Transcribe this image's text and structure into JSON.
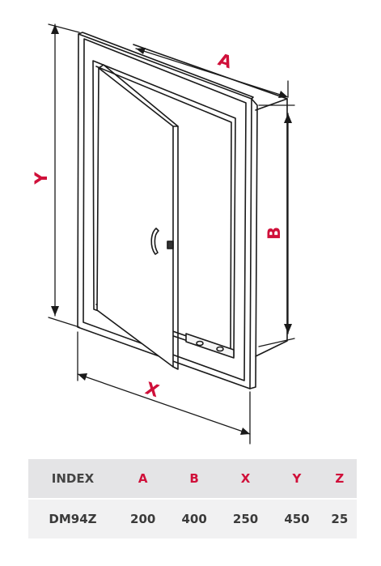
{
  "diagram": {
    "labels": {
      "a": "A",
      "b": "B",
      "x": "X",
      "y": "Y"
    },
    "colors": {
      "accent": "#d0103a",
      "line": "#1a1a1a"
    }
  },
  "table": {
    "headers": [
      "INDEX",
      "A",
      "B",
      "X",
      "Y",
      "Z"
    ],
    "row": [
      "DM94Z",
      "200",
      "400",
      "250",
      "450",
      "25"
    ]
  }
}
